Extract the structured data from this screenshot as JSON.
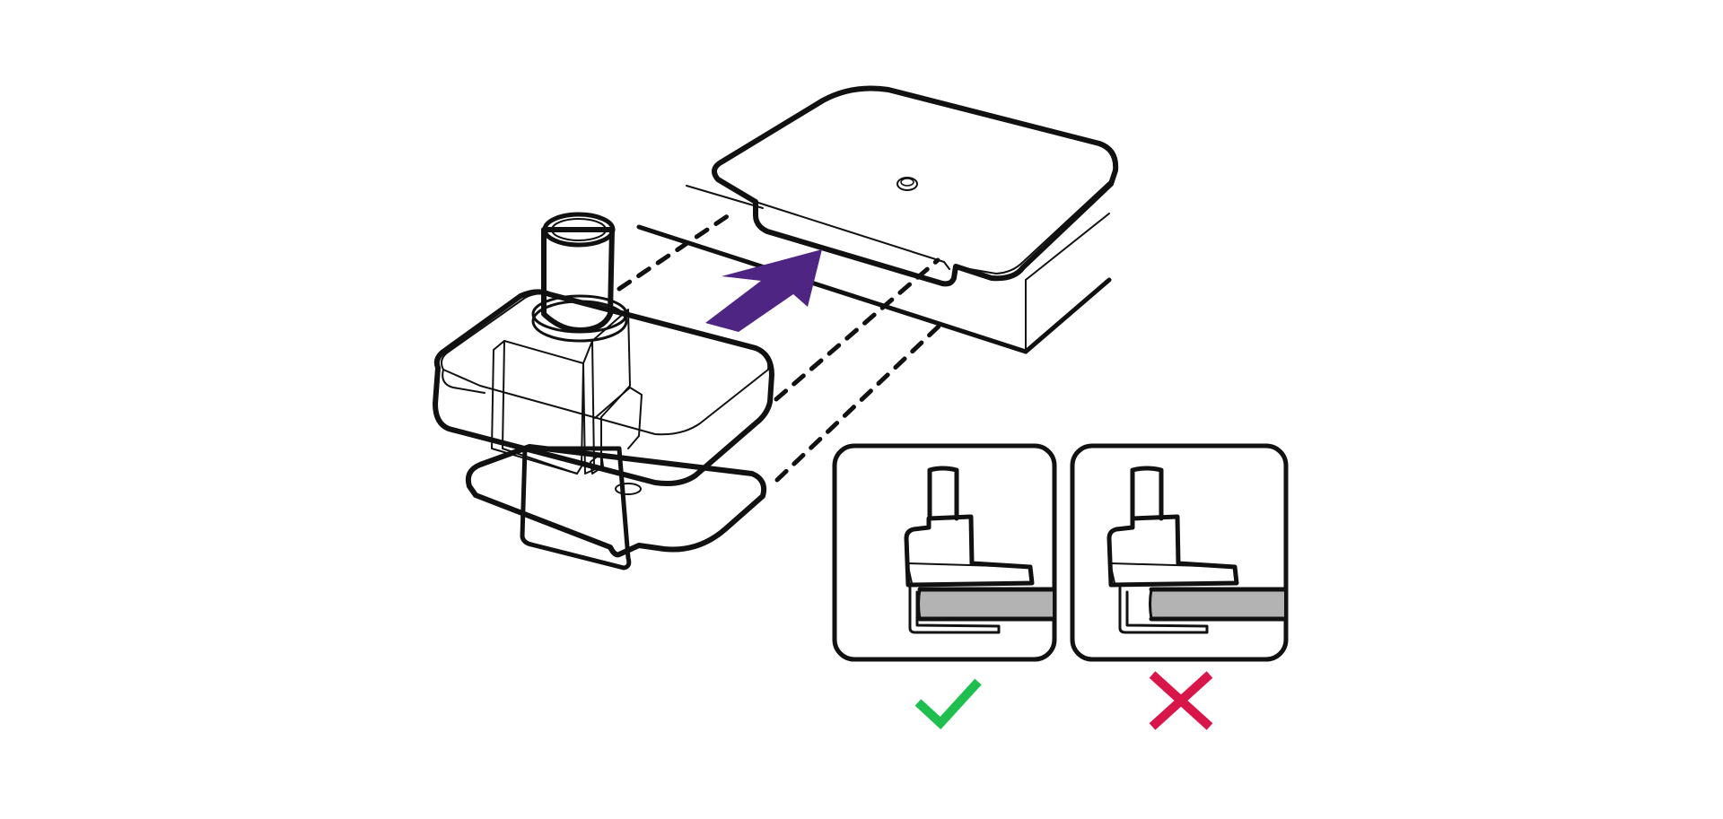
{
  "diagram": {
    "kind": "assembly-instruction",
    "colors": {
      "outline": "#111111",
      "clamp_body": "#b3b3b3",
      "base_plate": "#eeeeef",
      "desk": "#b3b3b3",
      "arrow": "#4e2582",
      "correct": "#1fbf4f",
      "incorrect": "#d8164a"
    },
    "icons": {
      "correct": "checkmark-icon",
      "incorrect": "cross-icon",
      "direction": "push-arrow-icon"
    },
    "panels": [
      {
        "id": "correct",
        "result": "correct"
      },
      {
        "id": "incorrect",
        "result": "incorrect"
      }
    ]
  }
}
